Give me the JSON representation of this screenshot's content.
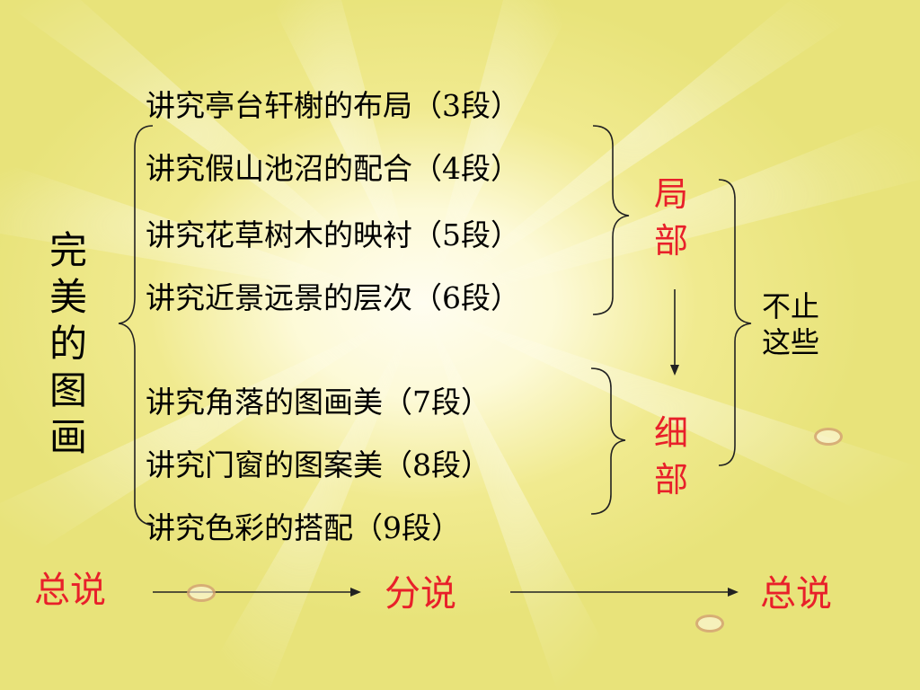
{
  "title_chars": [
    "完",
    "美",
    "的",
    "图",
    "画"
  ],
  "items": [
    "讲究亭台轩榭的布局（3段）",
    "讲究假山池沼的配合（4段）",
    "讲究花草树木的映衬（5段）",
    "讲究近景远景的层次（6段）",
    "讲究角落的图画美（7段）",
    "讲究门窗的图案美（8段）",
    "讲究色彩的搭配（9段）"
  ],
  "group_labels": {
    "part": [
      "局",
      "部"
    ],
    "detail": [
      "细",
      "部"
    ]
  },
  "side_note": [
    "不止",
    "这些"
  ],
  "flow": [
    "总说",
    "分说",
    "总说"
  ],
  "colors": {
    "accent_red": "#e8202a",
    "text": "#000000",
    "background": "#f3eeaa"
  }
}
